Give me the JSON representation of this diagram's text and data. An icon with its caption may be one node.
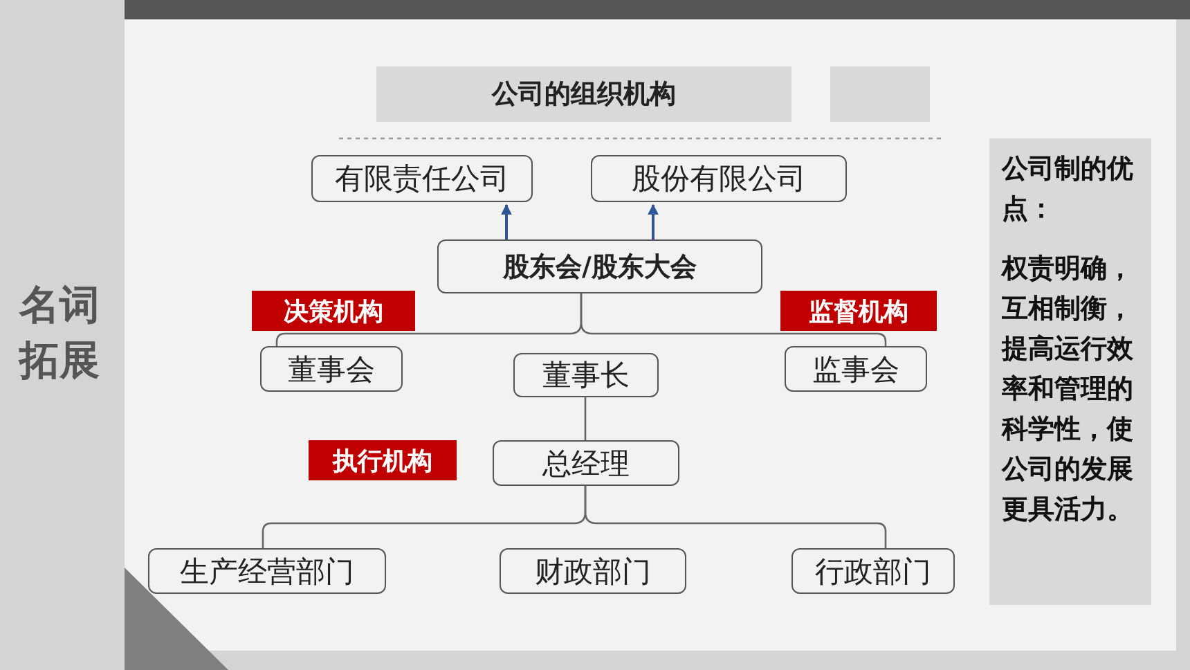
{
  "diagram": {
    "title": "公司的组织机构",
    "nodes": [
      {
        "text": [
          "有限责任公司"
        ]
      },
      {
        "text": [
          "股份有限公司"
        ]
      },
      {
        "text": [
          "股东会/股东大会"
        ]
      },
      {
        "text": [
          "董事会"
        ]
      },
      {
        "text": [
          "董事长"
        ]
      },
      {
        "text": [
          "监事会"
        ]
      },
      {
        "text": [
          "总经理"
        ]
      },
      {
        "text": [
          "生产经营部门"
        ]
      },
      {
        "text": [
          "财政部门"
        ]
      },
      {
        "text": [
          "行政部门"
        ]
      },
      {
        "text": [
          "公司制的优点：",
          "权责明确，互相制衡，提高运行效率和管理的科学性，使公司的发展更具活力。"
        ]
      },
      {
        "text": [
          "决策机构"
        ]
      },
      {
        "text": [
          "监督机构"
        ]
      },
      {
        "text": [
          "执行机构"
        ]
      }
    ],
    "edges": [
      {
        "from": 2,
        "to": 0,
        "arrow": "to",
        "color": "#2f5597"
      },
      {
        "from": 2,
        "to": 1,
        "arrow": "to",
        "color": "#2f5597"
      },
      {
        "from": 2,
        "to": 3,
        "arrow": "none"
      },
      {
        "from": 2,
        "to": 5,
        "arrow": "none"
      },
      {
        "from": 4,
        "to": 6,
        "arrow": "none"
      },
      {
        "from": 6,
        "to": 7,
        "arrow": "none"
      },
      {
        "from": 6,
        "to": 9,
        "arrow": "none"
      }
    ],
    "labels": [
      "名词拓展"
    ]
  }
}
